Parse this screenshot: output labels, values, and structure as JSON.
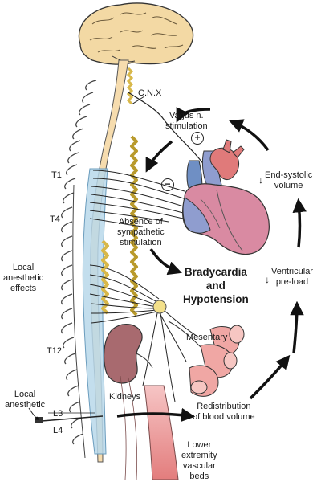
{
  "labels": {
    "cnx": "C.N.X",
    "vagus": "Vagus n.\nstimulation",
    "plus": "+",
    "minus": "−",
    "absence": "Absence of\nsympathetic\nstimulation",
    "brady": "Bradycardia\nand\nHypotension",
    "end_systolic": "End-systolic\nvolume",
    "ventricular": "Ventricular\npre-load",
    "local_effects": "Local\nanesthetic\neffects",
    "local_anesthetic": "Local\nanesthetic",
    "t1": "T1",
    "t4": "T4",
    "t12": "T12",
    "l3": "L3",
    "l4": "L4",
    "mesentary": "Mesentary",
    "kidneys": "Kidneys",
    "redistribution": "Redistribution\nof blood volume",
    "lower": "Lower\nextremity\nvascular\nbeds",
    "arrow_down": "↓"
  },
  "colors": {
    "brain": "#f3d9a4",
    "spinal_cord": "#f6dcae",
    "csf": "#b8d8ea",
    "chain": "#f0d77a",
    "heart": "#d98aa2",
    "heart_blue": "#8f9dcf",
    "aorta": "#e07a7a",
    "vessel": "#6f8fc4",
    "kidney": "#a86a6f",
    "intestine": "#f0a7a4",
    "lower_vessels": "#f2b3b3",
    "ganglion": "#f3e08a"
  }
}
